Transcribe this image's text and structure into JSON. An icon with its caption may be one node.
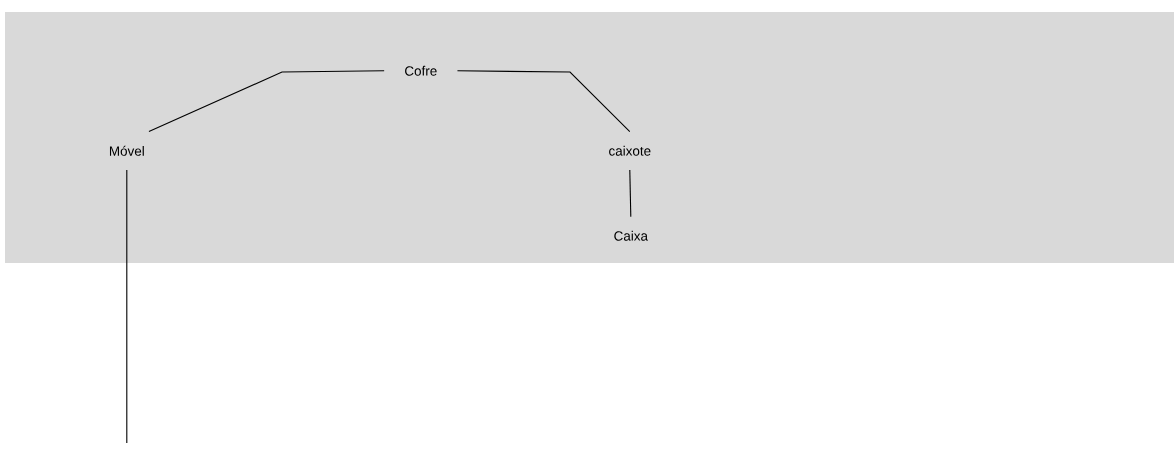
{
  "diagram": {
    "nodes": [
      {
        "text": [],
        "shape": "box"
      },
      {
        "text": [
          "Cofre"
        ],
        "in": 0
      },
      {
        "text": [
          "Móvel"
        ],
        "in": 0
      },
      {
        "text": [
          "caixote"
        ],
        "in": 0
      },
      {
        "text": [
          "Caixa"
        ],
        "in": 0
      }
    ],
    "edges": [
      {
        "from": 2,
        "to": 1,
        "arrow": "none"
      },
      {
        "from": 1,
        "to": 3,
        "arrow": "none"
      },
      {
        "from": 3,
        "to": 4,
        "arrow": "none"
      },
      {
        "from": 2,
        "to": null,
        "arrow": "none"
      }
    ]
  }
}
